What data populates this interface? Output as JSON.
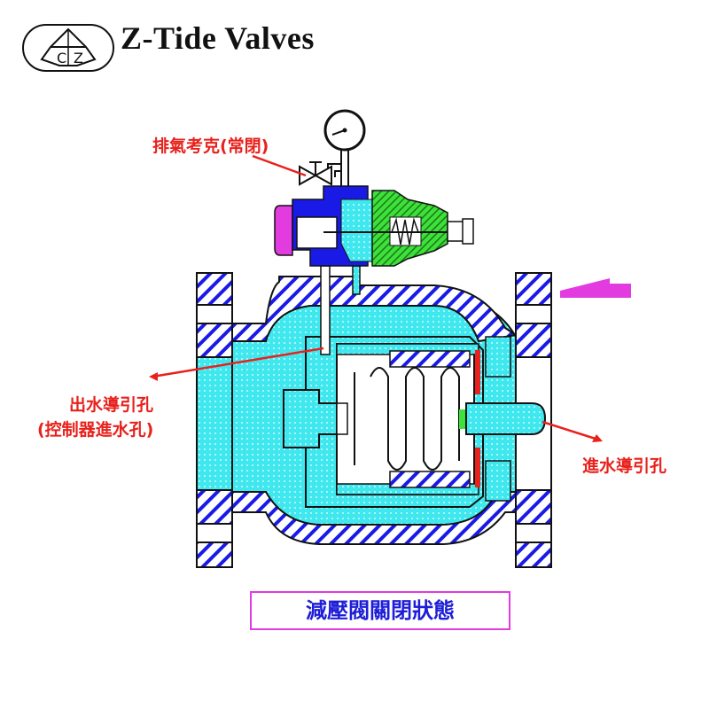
{
  "header": {
    "brand": "Z-Tide Valves",
    "logo_letters": "CTZ"
  },
  "labels": {
    "air_cock": "排氣考克(常閉)",
    "outlet_pilot_hole": "出水導引孔",
    "outlet_pilot_hole_note": "(控制器進水孔)",
    "inlet_pilot_hole": "進水導引孔"
  },
  "caption": "減壓閥關閉狀態",
  "colors": {
    "hatch": "#1a1ae6",
    "fluid": "#3fe8ee",
    "pilot_spring_housing": "#3ee03a",
    "cap": "#e23be0",
    "label": "#e8211c",
    "flow_arrow": "#e23be0"
  }
}
